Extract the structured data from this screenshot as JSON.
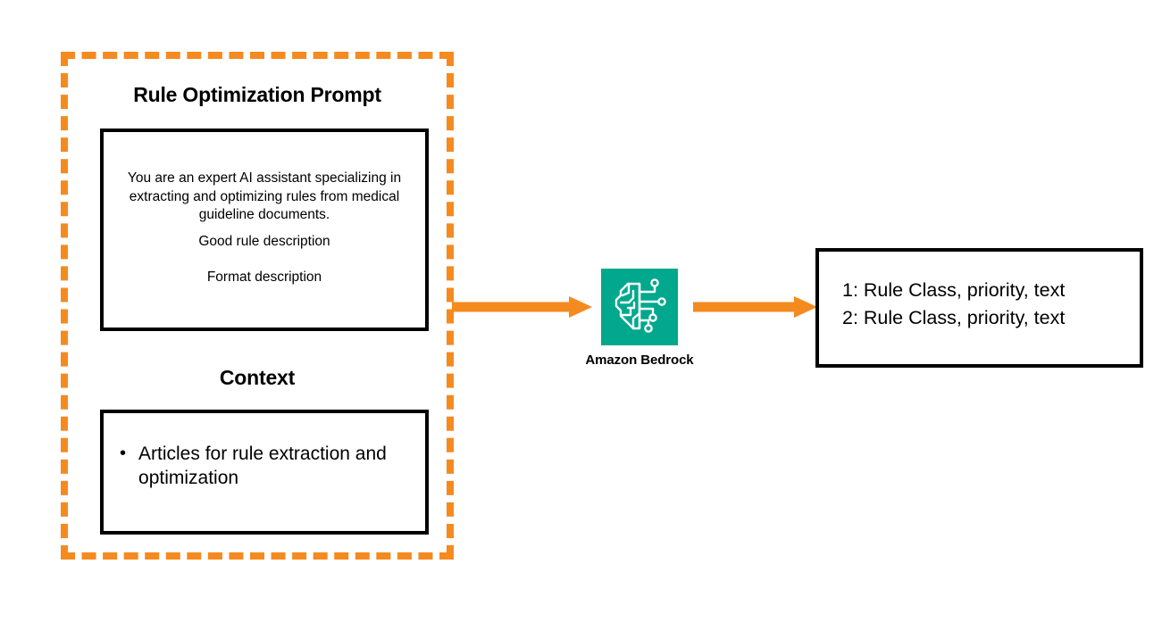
{
  "diagram": {
    "colors": {
      "accent_orange": "#F58A1F",
      "bedrock_teal": "#01A88D",
      "box_border": "#000000",
      "background": "#FFFFFF"
    },
    "prompt_group": {
      "title": "Rule Optimization Prompt",
      "prompt_box": {
        "paragraph": "You are an expert AI assistant specializing in extracting and optimizing rules from medical guideline documents.",
        "good_rule": "Good rule description",
        "format": "Format description"
      },
      "context_title": "Context",
      "context_box": {
        "bullet_marker": "•",
        "bullet_text": "Articles for rule extraction and optimization"
      }
    },
    "arrows": {
      "input_arrow_name": "prompt-to-bedrock-arrow",
      "output_arrow_name": "bedrock-to-output-arrow"
    },
    "service": {
      "icon_name": "amazon-bedrock-icon",
      "label": "Amazon Bedrock"
    },
    "output": {
      "lines": [
        "1: Rule Class, priority, text",
        "2: Rule Class, priority, text"
      ]
    }
  }
}
